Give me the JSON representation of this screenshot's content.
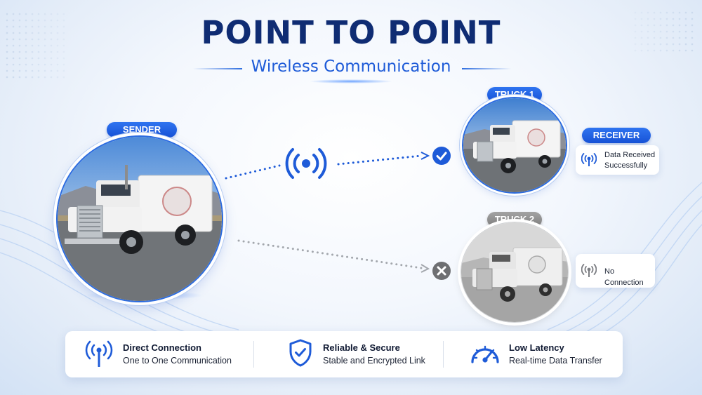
{
  "header": {
    "title": "POINT TO POINT",
    "subtitle": "Wireless Communication"
  },
  "sender": {
    "label": "SENDER"
  },
  "truck1": {
    "label": "TRUCK 1",
    "role_label": "RECEIVER",
    "status": [
      "Data Received",
      "Successfully"
    ],
    "connection": "success"
  },
  "truck2": {
    "label": "TRUCK 2",
    "status": "No Connection",
    "connection": "failed"
  },
  "features": [
    {
      "title": "Direct Connection",
      "desc": "One to One Communication",
      "icon": "antenna-icon"
    },
    {
      "title": "Reliable & Secure",
      "desc": "Stable and Encrypted Link",
      "icon": "shield-check-icon"
    },
    {
      "title": "Low Latency",
      "desc": "Real-time Data Transfer",
      "icon": "speedometer-icon"
    }
  ],
  "colors": {
    "primary": "#1f5fe0",
    "navy": "#0f2c73",
    "gray": "#8a8a8a"
  }
}
